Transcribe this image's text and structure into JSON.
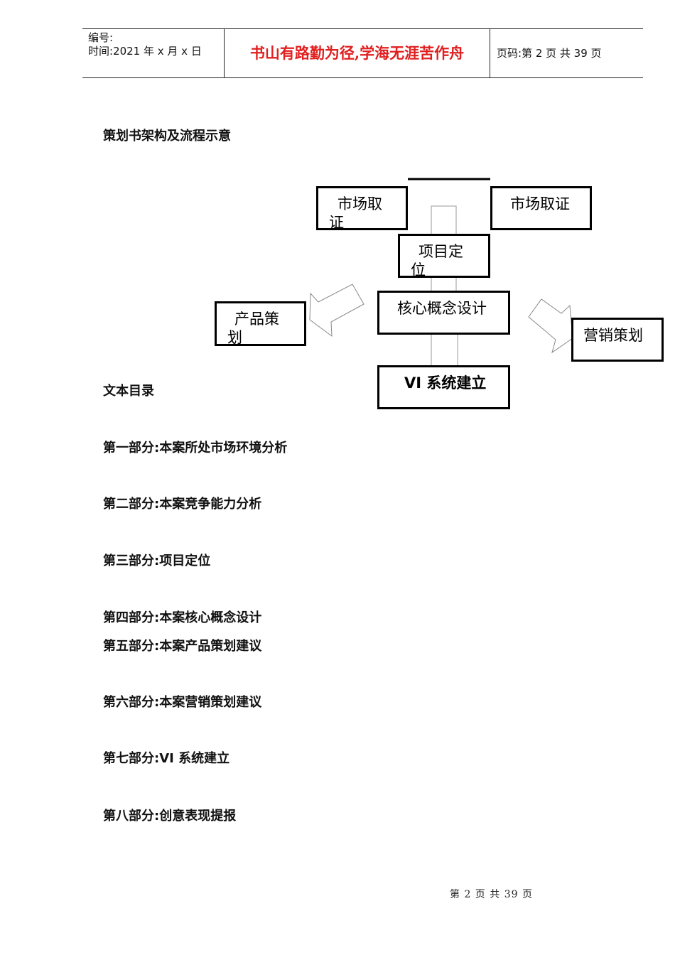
{
  "header": {
    "number_label": "编号:",
    "date_label": "时间:2021 年 x 月 x 日",
    "motto": "书山有路勤为径,学海无涯苦作舟",
    "page_info": "页码:第 2 页  共 39 页"
  },
  "diagram": {
    "title": "策划书架构及流程示意",
    "nodes": {
      "market_left_1": "市场取",
      "market_left_2": "证",
      "market_right": "市场取证",
      "positioning_1": "项目定",
      "positioning_2": "位",
      "core": "核心概念设计",
      "product_1": "产品策",
      "product_2": "划",
      "marketing": "营销策划",
      "vi": "VI 系统建立"
    }
  },
  "toc": {
    "title": "文本目录",
    "items": [
      "第一部分:本案所处市场环境分析",
      "第二部分:本案竞争能力分析",
      "第三部分:项目定位",
      "第四部分:本案核心概念设计",
      "第五部分:本案产品策划建议",
      "第六部分:本案营销策划建议",
      "第七部分:VI 系统建立",
      "第八部分:创意表现提报"
    ]
  },
  "footer": {
    "page_text": "第 2 页 共 39 页"
  }
}
